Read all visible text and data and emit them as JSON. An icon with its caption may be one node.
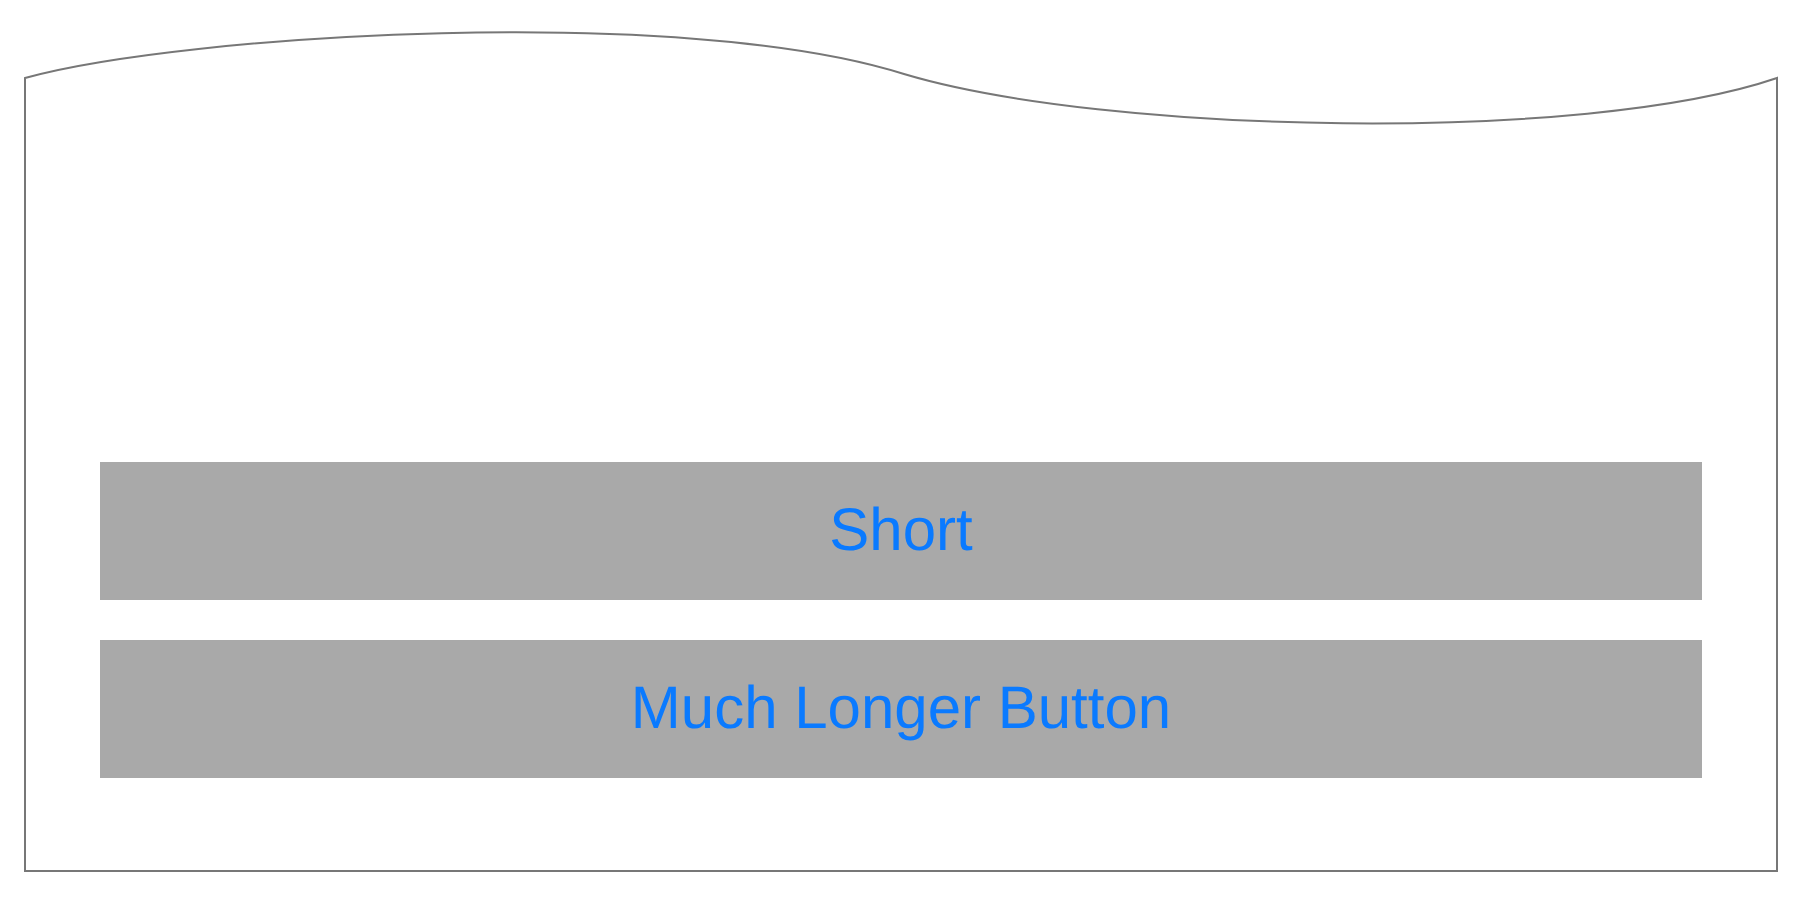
{
  "diagram": {
    "nodes": [
      {
        "text": [],
        "shape": "box"
      },
      {
        "text": [
          "Short"
        ],
        "in": 0
      },
      {
        "text": [
          "Much Longer Button"
        ],
        "in": 0
      }
    ]
  }
}
